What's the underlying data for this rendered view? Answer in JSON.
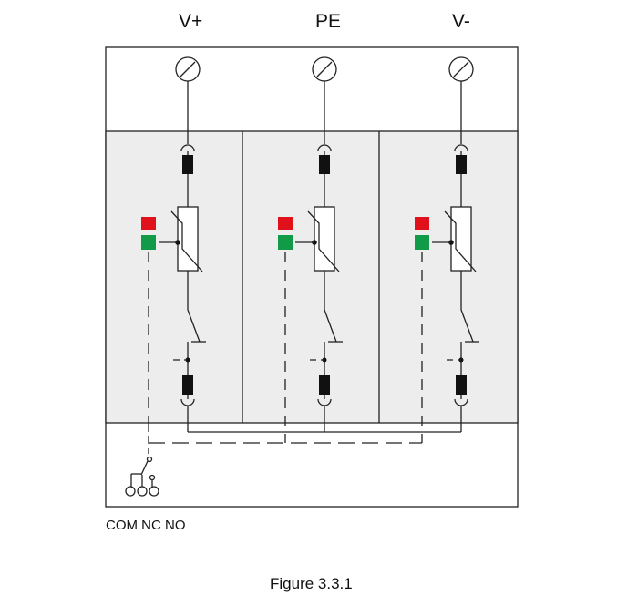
{
  "terminals": [
    {
      "label": "V+"
    },
    {
      "label": "PE"
    },
    {
      "label": "V-"
    }
  ],
  "remote_contact_label": "COM NC NO",
  "caption": "Figure 3.3.1",
  "colors": {
    "module_fill": "#ededed",
    "indicator_fault": "#e0111b",
    "indicator_ok": "#119a48",
    "fuse": "#111111",
    "line": "#222222"
  }
}
